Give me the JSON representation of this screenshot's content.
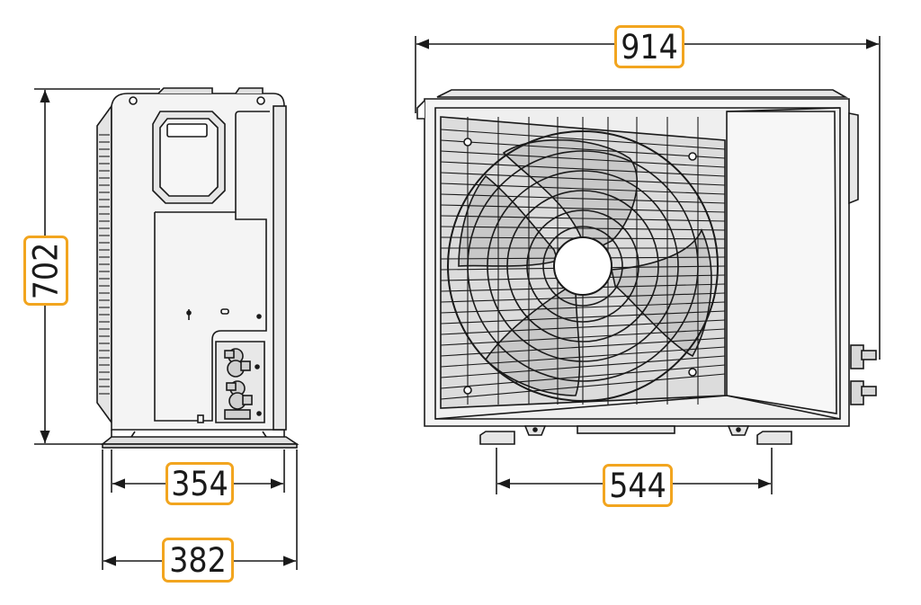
{
  "dimensions": {
    "width_front": "914",
    "height": "702",
    "depth_side": "354",
    "depth_base": "382",
    "foot_spacing": "544"
  },
  "colors": {
    "label_border": "#f2a51f",
    "line": "#1a1a1a",
    "body_fill": "#f4f4f4",
    "panel_fill": "#e6e6e6",
    "grille_fill": "#d9d9d9",
    "fan_fill": "#cfcfcf"
  },
  "icons": {
    "arrowhead": "arrowhead-icon"
  }
}
